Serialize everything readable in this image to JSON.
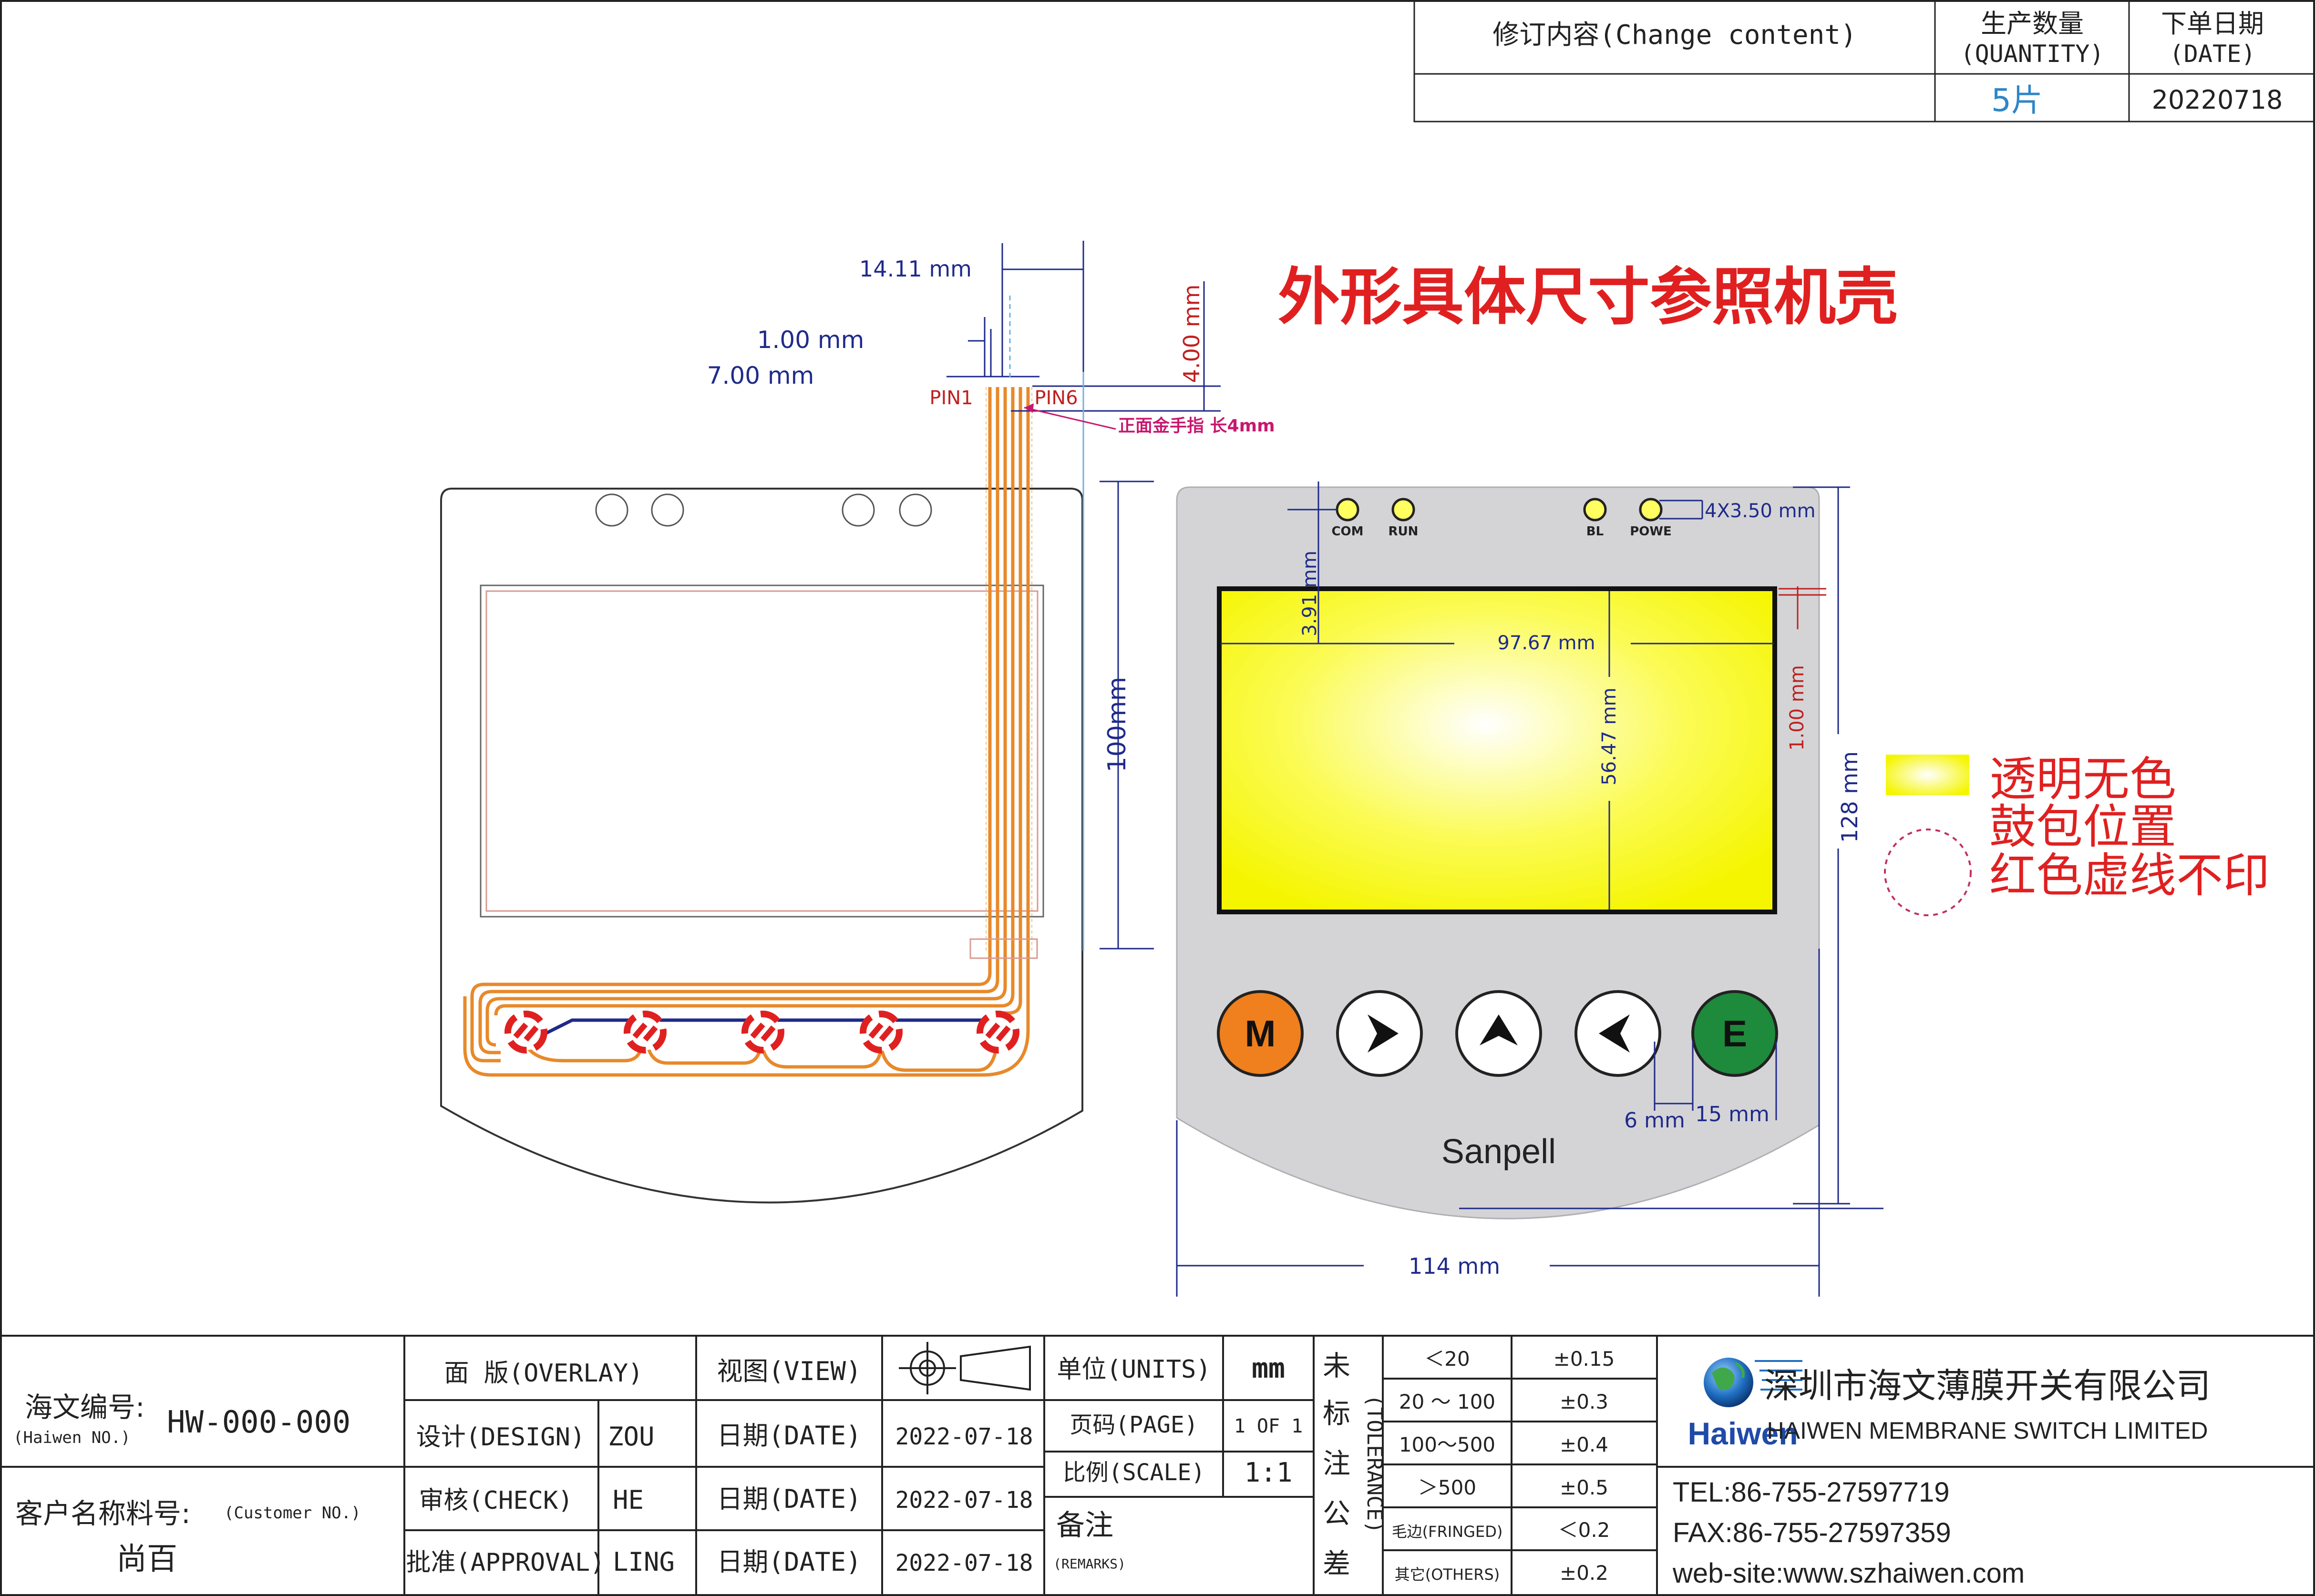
{
  "revision_table": {
    "header_change": "修订内容(Change content)",
    "header_quantity_cn": "生产数量",
    "header_quantity_en": "(QUANTITY)",
    "header_date_cn": "下单日期",
    "header_date_en": "(DATE)",
    "quantity_value": "5片",
    "date_value": "20220718"
  },
  "notes": {
    "outline_note": "外形具体尺寸参照机壳",
    "legend_transparent": "透明无色",
    "legend_emboss": "鼓包位置",
    "legend_red_dash": "红色虚线不印"
  },
  "dims": {
    "tail_width": "14.11 mm",
    "pin_pitch": "1.00 mm",
    "tail_offset": "7.00 mm",
    "finger_length": "4.00 mm",
    "pin1": "PIN1",
    "pin6": "PIN6",
    "gold_finger_note": "正面金手指 长4mm",
    "circuit_height": "100mm",
    "led_diameter": "4X3.50 mm",
    "window_top": "3.91 mm",
    "window_width": "97.67 mm",
    "window_height": "56.47 mm",
    "window_side": "1.00 mm",
    "panel_height": "128 mm",
    "key_gap": "6 mm",
    "key_diameter": "15 mm",
    "panel_width": "114 mm"
  },
  "panel": {
    "leds": [
      "COM",
      "RUN",
      "BL",
      "POWE"
    ],
    "brand": "Sanpell",
    "keys": [
      {
        "label": "M",
        "color": "#f07f1e"
      },
      {
        "label": "",
        "color": "#ffffff"
      },
      {
        "label": "",
        "color": "#ffffff"
      },
      {
        "label": "",
        "color": "#ffffff"
      },
      {
        "label": "E",
        "color": "#1e8a3c"
      }
    ]
  },
  "title_block": {
    "haiwen_no_label": "海文编号:",
    "haiwen_no_en": "(Haiwen NO.)",
    "haiwen_no_value": "HW-000-000",
    "customer_label": "客户名称料号:",
    "customer_en": "(Customer NO.)",
    "customer_value": "尚百",
    "overlay_label": "面 版(OVERLAY)",
    "view_label": "视图(VIEW)",
    "design_label": "设计(DESIGN)",
    "design_value": "ZOU",
    "check_label": "审核(CHECK)",
    "check_value": "HE",
    "approval_label": "批准(APPROVAL)",
    "approval_value": "LING",
    "date_label": "日期(DATE)",
    "date_value": "2022-07-18",
    "units_label": "单位(UNITS)",
    "units_value": "mm",
    "page_label": "页码(PAGE)",
    "page_value": "1 OF 1",
    "scale_label": "比例(SCALE)",
    "scale_value": "1:1",
    "remarks_label": "备注",
    "remarks_en": "(REMARKS)",
    "tolerance_cn": [
      "未",
      "标",
      "注",
      "公",
      "差"
    ],
    "tolerance_en": "(TOLERANCE)",
    "tolerance_rows": [
      {
        "range": "＜20",
        "value": "±0.15"
      },
      {
        "range": "20 ～ 100",
        "value": "±0.3"
      },
      {
        "range": "100～500",
        "value": "±0.4"
      },
      {
        "range": "＞500",
        "value": "±0.5"
      },
      {
        "range": "毛边(FRINGED)",
        "value": "＜0.2"
      },
      {
        "range": "其它(OTHERS)",
        "value": "±0.2"
      }
    ],
    "company_cn": "深圳市海文薄膜开关有限公司",
    "company_en": "HAIWEN MEMBRANE SWITCH LIMITED",
    "logo_text": "Haiwen",
    "tel": "TEL:86-755-27597719",
    "fax": "FAX:86-755-27597359",
    "web": "web-site:www.szhaiwen.com"
  }
}
